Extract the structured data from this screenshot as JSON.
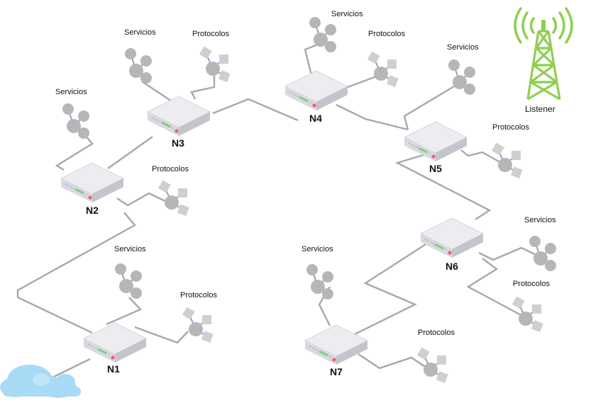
{
  "labels": {
    "servicios": "Servicios",
    "protocolos": "Protocolos",
    "listener": "Listener"
  },
  "nodes": [
    {
      "id": "N1",
      "label": "N1"
    },
    {
      "id": "N2",
      "label": "N2"
    },
    {
      "id": "N3",
      "label": "N3"
    },
    {
      "id": "N4",
      "label": "N4"
    },
    {
      "id": "N5",
      "label": "N5"
    },
    {
      "id": "N6",
      "label": "N6"
    },
    {
      "id": "N7",
      "label": "N7"
    }
  ],
  "colors": {
    "wire": "#a8a8a8",
    "router_top": "#ececf1",
    "router_side": "#c9c9d2",
    "led_green": "#7ed07e",
    "led_red": "#f0606a",
    "service_node": "#b6b6b6",
    "spoke": "#6ea0d6",
    "protocol_square": "#cfcfcf",
    "tower": "#8fcf4f",
    "cloud": "#a8daf5"
  },
  "icons": [
    "router-icon",
    "services-cluster-icon",
    "protocols-cluster-icon",
    "antenna-tower-icon",
    "cloud-icon"
  ]
}
